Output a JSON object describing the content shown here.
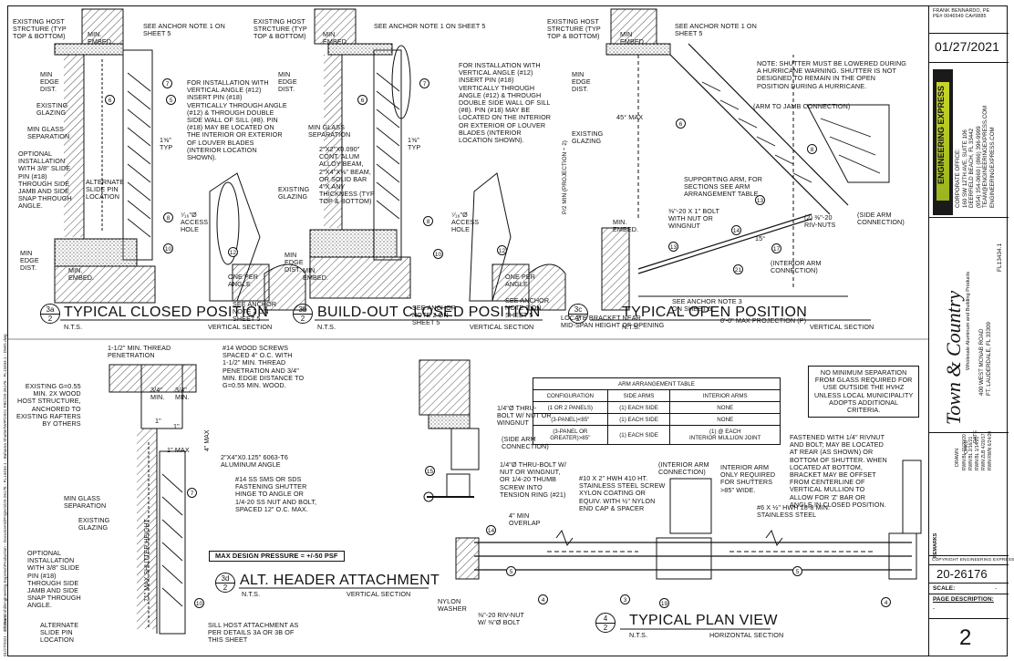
{
  "details": {
    "d3a": {
      "num": "3a",
      "sheet": "2",
      "title": "TYPICAL CLOSED POSITION",
      "scale": "N.T.S.",
      "view": "VERTICAL SECTION",
      "notes": {
        "host": "EXISTING HOST\nSTRCTURE (TYP\nTOP & BOTTOM)",
        "anchor": "SEE ANCHOR NOTE 1 ON\nSHEET 5",
        "embed": "MIN.\nEMBED.",
        "edge": "MIN\nEDGE\nDIST.",
        "glazing": "EXISTING\nGLAZING",
        "sep": "MIN GLASS\nSEPARATION",
        "opt": "OPTIONAL\nINSTALLATION\nWITH 3/8\" SLIDE\nPIN (#18)\nTHROUGH SIDE\nJAMB AND SIDE\nSNAP THROUGH\nANGLE.",
        "alt": "ALTERNATE\nSLIDE PIN\nLOCATION",
        "vert": "FOR INSTALLATION WITH\nVERTICAL ANGLE (#12)\nINSERT PIN (#18)\nVERTICALLY THROUGH ANGLE\n(#12) & THROUGH DOUBLE\nSIDE WALL OF SILL (#8). PIN\n(#18) MAY BE LOCATED ON\nTHE INTERIOR OR EXTERIOR\nOF LOUVER BLADES\n(INTERIOR LOCATION\nSHOWN).",
        "access": "⁷⁄₁₆\"Ø\nACCESS\nHOLE",
        "oneper": "ONE PER\nANGLE",
        "anchor2": "SEE ANCHOR\nNOTE 2 ON\nSHEET 5",
        "typ": "1⅝\"\nTYP",
        "embed2": "MIN.\nEMBED.",
        "edge2": "MIN\nEDGE\nDIST."
      }
    },
    "d3b": {
      "num": "3b",
      "sheet": "2",
      "title": "BUILD-OUT CLOSED POSITION",
      "scale": "N.T.S.",
      "view": "VERTICAL SECTION",
      "notes": {
        "host": "EXISTING HOST\nSTRCTURE (TYP\nTOP & BOTTOM)",
        "anchor": "SEE ANCHOR NOTE 1 ON SHEET 5",
        "embed": "MIN\nEMBED.",
        "edge": "MIN\nEDGE\nDIST.",
        "sep": "MIN GLASS\nSEPARATION",
        "beam": "2\"x2\"x0.090\"\nCONT. ALUM\nALLOY BEAM,\n2\"x4\"x⅛\" BEAM,\nOR SOLID BAR\n4\"x ANY\nTHICKNESS (TYP\nTOP & BOTTOM)",
        "glazing": "EXISTING\nGLAZING",
        "vert": "FOR INSTALLATION WITH\nVERTICAL ANGLE (#12)\nINSERT PIN (#18)\nVERTICALLY THROUGH\nANGLE (#12) & THROUGH\nDOUBLE SIDE WALL OF SILL\n(#8). PIN (#18) MAY BE\nLOCATED ON THE INTERIOR\nOR EXTERIOR OF LOUVER\nBLADES (INTERIOR\nLOCATION SHOWN).",
        "access": "⁷⁄₁₆\"Ø\nACCESS\nHOLE",
        "oneper": "ONE PER\nANGLE",
        "anchor2": "SEE ANCHOR\nNOTE 2 ON\nSHEET 5",
        "embed2": "MIN\nEMBED.",
        "edge2": "MIN\nEDGE\nDIST.",
        "anchor3": "SEE ANCHOR\nNOTE 2 ON\nSHEET 5",
        "typ": "1⅝\"\nTYP"
      }
    },
    "d3c": {
      "num": "3c",
      "sheet": "2",
      "title": "TYPICAL OPEN POSITION",
      "scale": "N.T.S.",
      "view": "VERTICAL SECTION",
      "notes": {
        "host": "EXISTING HOST\nSTRCTURE (TYP\nTOP & BOTTOM)",
        "anchor": "SEE ANCHOR NOTE 1 ON\nSHEET 5",
        "embed": "MIN\nEMBED.",
        "edge": "MIN\nEDGE\nDIST.",
        "glazing": "EXISTING\nGLAZING",
        "angle": "45° MAX",
        "proj": "P/2 MIN\n(PROJECTION ÷ 2)",
        "lowered": "NOTE: SHUTTER MUST BE LOWERED DURING\nA HURRICANE WARNING. SHUTTER IS NOT\nDESIGNED TO REMAIN IN THE OPEN\nPOSITION DURING A HURRICANE.",
        "armjamb": "(ARM TO JAMB CONNECTION)",
        "support": "SUPPORTING ARM, FOR\nSECTIONS SEE ARM\nARRANGEMENT TABLE",
        "bolt": "⅜\"-20 x 1\" BOLT\nWITH NUT OR\nWINGNUT",
        "embed2": "MIN.\nEMBED.",
        "deg": "15°",
        "rivnuts": "(2) ⅜\"-20\nRIV-NUTS",
        "intarm": "(INTERIOR ARM\nCONNECTION)",
        "sidearm": "(SIDE ARM\nCONNECTION)",
        "anchor3": "SEE ANCHOR NOTE 3\nON SHEET 5",
        "bracket": "LOCATE BRACKET NEAR\nMID-SPAN HEIGHT OF OPENING",
        "maxproj": "8'-0\" MAX PROJECTION (P)"
      }
    },
    "d3d": {
      "num": "3d",
      "sheet": "2",
      "title": "ALT. HEADER ATTACHMENT",
      "scale": "N.T.S.",
      "view": "VERTICAL SECTION",
      "notes": {
        "thread": "1-1/2\" MIN. THREAD\nPENETRATION",
        "screws": "#14 WOOD SCREWS\nSPACED 4\" O.C. WITH\n1-1/2\" MIN. THREAD\nPENETRATION AND 3/4\"\nMIN. EDGE DISTANCE TO\nG=0.55 MIN. WOOD.",
        "existing": "EXISTING G=0.55\nMIN. 2X WOOD\nHOST STRUCTURE,\nANCHORED TO\nEXISTING RAFTERS\nBY OTHERS",
        "min": "3/4\"\nMIN.",
        "min2": "3/4\"\nMIN.",
        "one": "1\"",
        "one2": "1\"",
        "max": "1\" MAX",
        "fourmax": "4\" MAX",
        "angle": "2\"x4\"x0.125\" 6063-T6\nALUMINUM ANGLE",
        "ss": "#14 SS SMS OR SDS\nFASTENING SHUTTER\nHINGE TO ANGLE OR\n1/4-20 SS NUT AND BOLT,\nSPACED 12\" O.C. MAX.",
        "sep": "MIN GLASS\nSEPARATION",
        "glazing": "EXISTING\nGLAZING",
        "opt": "OPTIONAL\nINSTALLATION\nWITH 3/8\" SLIDE\nPIN (#18)\nTHROUGH SIDE\nJAMB AND SIDE\nSNAP THROUGH\nANGLE.",
        "alt": "ALTERNATE\nSLIDE PIN\nLOCATION",
        "height": "71\" MAX SHUTTER HEIGHT",
        "sill": "SILL HOST ATTACHMENT AS\nPER DETAILS 3a OR 3b OF\nTHIS SHEET",
        "pressure": "MAX DESIGN PRESSURE = +/-50 PSF"
      }
    },
    "d4": {
      "num": "4",
      "sheet": "2",
      "title": "TYPICAL PLAN VIEW",
      "scale": "N.T.S.",
      "view": "HORIZONTAL SECTION",
      "notes": {
        "thru": "1/4\"Ø THRU-\nBOLT W/ NUT OR\nWINGNUT",
        "sidearm": "(SIDE ARM\nCONNECTION)",
        "thumb": "1/4\"Ø THRU-BOLT W/\nNUT OR WINGNUT,\nOR 1/4-20 THUMB\nSCREW INTO\nTENSION RING (#21)",
        "hwh": "#10 x 2\" HWH 410 HT.\nSTAINLESS STEEL SCREW\nXYLON COATING OR\nEQUIV. WITH ½\" NYLON\nEND CAP & SPACER",
        "overlap": "4\" MIN\nOVERLAP",
        "intarm": "(INTERIOR ARM\nCONNECTION)",
        "required": "INTERIOR ARM\nONLY REQUIRED\nFOR SHUTTERS\n>85\" WIDE.",
        "fastened": "FASTENED WITH 1/4\" RIVNUT\nAND BOLT; MAY BE LOCATED\nAT REAR (AS SHOWN) OR\nBOTTOM OF SHUTTER. WHEN\nLOCATED AT BOTTOM,\nBRACKET MAY BE OFFSET\nFROM CENTERLINE OF\nVERTICAL MULLION TO\nALLOW FOR 'Z' BAR OR\nANGLE IN CLOSED POSITION.",
        "hwh2": "#6 x ½\" HWH 18-8 MIN.\nSTAINLESS STEEL",
        "nylon": "NYLON\nWASHER",
        "rivnut": "⅜\"-20 RIV-NUT\nW/ ⅜\"Ø BOLT"
      }
    }
  },
  "arr_table": {
    "title": "ARM ARRANGEMENT TABLE",
    "headers": [
      "CONFIGURATION",
      "SIDE ARMS",
      "INTERIOR ARMS"
    ],
    "rows": [
      [
        "(1 OR 2 PANELS)",
        "(1) EACH SIDE",
        "NONE"
      ],
      [
        "(3-PANEL)<85\"",
        "(1) EACH SIDE",
        "NONE"
      ],
      [
        "(3-PANEL OR\nGREATER)>85\"",
        "(1) EACH SIDE",
        "(1) @ EACH\nINTERIOR MULLION JOINT"
      ]
    ]
  },
  "hvhz_note": "NO MINIMUM SEPARATION\nFROM GLASS REQUIRED FOR\nUSE OUTSIDE THE HVHZ\nUNLESS LOCAL MUNICIPALITY\nADOPTS ADDITIONAL\nCRITERIA.",
  "title_block": {
    "engineer": "FRANK BENNARDO, PE\nPE# 0046549 CA#9885",
    "date": "01/27/2021",
    "company": "CORPORATE OFFICE:\n160 SW 12th AVE, SUITE 106\nDEERFIELD BEACH, FL 33442\n(954) 354-0660 | (866) 396-9999\nTEAM@ENGINEERINGEXPRESS.COM\nENGINEERINGEXPRESS.COM",
    "brand1": "ENGINEERING",
    "brand2": "EXPRESS",
    "client_logo": "Town & Country",
    "client_sub": "Wholesale Aluminum and Building Products",
    "client_addr": "400 WEST MCNAB ROAD\nFT. LAUDERDALE, FL 33309",
    "project": "FL13434.1",
    "copyright": "COPYRIGHT ENGINEERING EXPRESS®",
    "job": "20-26176",
    "scale_label": "SCALE:",
    "scale_value": "-",
    "page_desc": "PAGE DESCRIPTION:",
    "page_desc_value": "-",
    "sheet": "2",
    "remarks": "REMARKS",
    "cols": [
      "DRAWN",
      "CHKD",
      "DATE"
    ],
    "rows": [
      [
        "RWN",
        "BL",
        "11/20/20"
      ],
      [
        "RWN",
        "BL",
        "2/16/21"
      ],
      [
        "RWN",
        "BL",
        "1/14/21"
      ],
      [
        "RWN",
        "ZLB",
        "4/20/17"
      ],
      [
        "RWN",
        "RWN",
        "6/24/20"
      ]
    ]
  },
  "side_path": "C:\\Users\\rohi\\Engineering Express\\Production - Documents\\Projects\\20-26176 - FL13434.1 - Bahama Shutter\\WIP\\2021 FBC\\20-26176 - FL13434.1 - DWG.dwg",
  "side_date": "01/27/2021 - 10:23am"
}
